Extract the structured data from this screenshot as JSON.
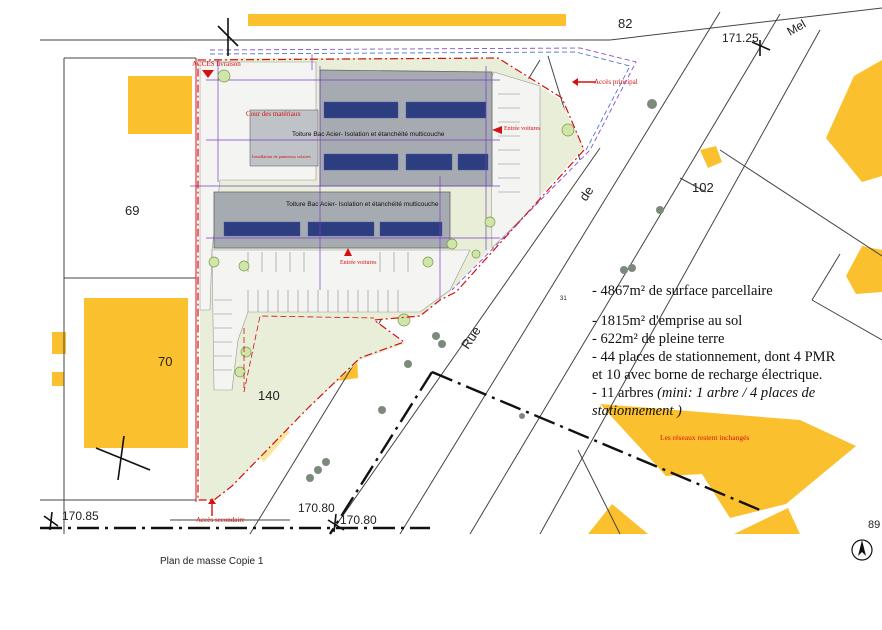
{
  "plan": {
    "parcels": {
      "p82": "82",
      "p69": "69",
      "p70": "70",
      "p102": "102",
      "p140": "140",
      "p89": "89",
      "p31": "31"
    },
    "elevations": {
      "e1": "171.25",
      "e2": "170.85",
      "e3": "170.80",
      "e4": "170.80"
    },
    "street": {
      "rue": "Rue",
      "de": "de",
      "mel": "Mel"
    },
    "access": {
      "acces_livraison": "ACCES livraison",
      "acces_principal": "Accès principal",
      "acces_secondaire": "Accès secondaire",
      "entree_voitures_1": "Entrée voitures",
      "entree_voitures_2": "Entrée voitures"
    },
    "labels": {
      "cour": "Cour des matériaux",
      "roof1": "Toiture Bac Acier- Isolation et étanchéité multicouche",
      "roof2": "Toiture Bac Acier- Isolation et étanchéité multicouche",
      "panneaux": "Installation de panneaux solaires",
      "reseaux": "Les réseaux restent inchangés",
      "caption": "Plan de masse Copie 1"
    },
    "summary": {
      "line1": "- 4867m² de surface parcellaire",
      "line2": "- 1815m² d'emprise au sol",
      "line3": "- 622m² de pleine terre",
      "line4": "- 44 places de stationnement, dont 4 PMR",
      "line5": "et 10 avec borne de recharge électrique.",
      "line6": "- 11 arbres",
      "line6_note": "(mini: 1 arbre / 4 places de",
      "line7_note": "stationnement )"
    }
  },
  "colors": {
    "building_yellow": "#fbc02d",
    "building_pale": "#fde6a0",
    "boundary_red": "#d41010",
    "roof_grey": "#9aa0a6",
    "solar_navy": "#2c3d80",
    "dim_purple": "#7a3cc6",
    "green_space": "#e8eed8"
  }
}
